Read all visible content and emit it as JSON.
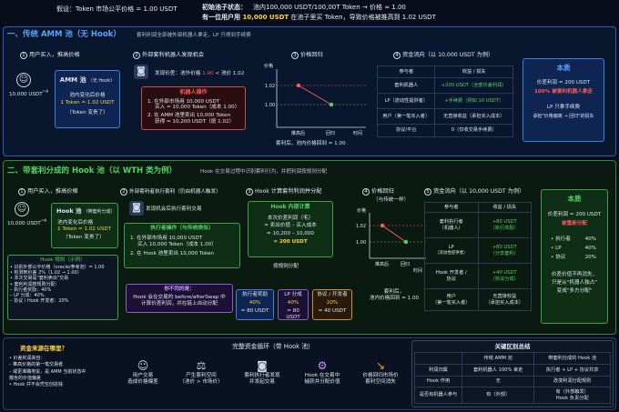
{
  "header": {
    "assume": "假设：Token 市场公平价格 = 1.00 USDT",
    "init_label": "初始池子状态：",
    "init_value": "池内100,000 USDT/100,00T Token → 价格 ≈ 1.00",
    "line2_pre": "有一位用户用 ",
    "line2_hl": "10,000 USDT",
    "line2_post": " 在池子里买 Token，导致价格被推高到 1.02 USDT"
  },
  "sec1": {
    "title": "一、传统 AMM 池（无 Hook）",
    "note": "套利利润全部被外部机器人拿走，LP 只得到手续费",
    "s1": "用户买入，推高价格",
    "s2": "外部套利机器人发现机会",
    "s3": "价格回归",
    "s4": "资金流向（以 10,000 USDT 为例）",
    "n1": "1",
    "n2": "2",
    "n3": "3",
    "n4": "4",
    "user_amount": "10,000 USDT",
    "pool_title": "AMM 池",
    "pool_sub": "（无 Hook）",
    "pool_l1": "池内变化后价格",
    "pool_l2": "1 Token = 1.02 USDT",
    "pool_l3": "（Token 变贵了）",
    "bot_find_pre": "发现价差：池外价格 ",
    "bot_find_hl": "1.00",
    "bot_find_post": " < 池价 1.02",
    "bot_op_title": "机器人操作",
    "bot_op1": "1.  在外部市场用 10,000 USDT",
    "bot_op1b": "买入 ≈ 10,000 Token（成本 1.00）",
    "bot_op2": "2.  在 AMM 池里卖出 10,000 Token",
    "bot_op2b": "获得 ≈ 10,200 USDT（按 1.02）",
    "chart_ylabel": "价格",
    "chart_y1": "1.02",
    "chart_y2": "1.00",
    "chart_x1": "推高后",
    "chart_x2": "回归",
    "chart_xlabel": "时间",
    "chart_caption": "套利后，池内价格回到 ≈ 1.00",
    "tbl_h1": "参与者",
    "tbl_h2": "收益 / 损失",
    "rows": [
      {
        "who": "套利机器人",
        "what": "+200 USDT（全部价差利润）"
      },
      {
        "who": "LP（流动性提供者）",
        "what": "+手续费（例如 10 USDT）"
      },
      {
        "who": "用户（第一笔买入者）",
        "what": "无直接收益（承担买入成本）"
      },
      {
        "who": "协议/平台",
        "what": "0（仅收交易手续费）"
      }
    ],
    "essence_title": "本质",
    "ess1": "价差利润 ≈ 200 USDT",
    "ess2": "100% 被套利机器人拿走",
    "ess3": "LP 只拿手续费",
    "ess4": "承担\"价格偏离 → 回归\"的损失"
  },
  "sec2": {
    "title": "二、带套利分成的 Hook 池（以 WTH 类为例）",
    "note": "Hook 在交易过程中识别套利行为，并把利润按规则分配",
    "s1": "用户买入，推高价格",
    "s2": "外部套利者执行套利（仍由机器人触发）",
    "s3": "Hook 计算套利利润并分配",
    "s4": "价格回归",
    "s4b": "（与传统一样）",
    "s5": "资金流向（以 10,000 USDT 为例）",
    "n1": "1",
    "n2": "2",
    "n3": "3",
    "n4": "4",
    "n5": "5",
    "user_amount": "10,000 USDT",
    "pool_title": "Hook 池",
    "pool_sub": "（带套利分成）",
    "pool_l1": "池内变化后价格",
    "pool_l2": "1 Token = 1.02 USDT",
    "pool_l3": "（Token 变贵了）",
    "rule_title": "Hook 规则（示例）",
    "rules": [
      "• 识别外部公平价格（oracle/参考池）= 1.00",
      "• 检测到价差 2%（1.02 → 1.00）",
      "• 本次交易是\"套利卖出\"交易",
      "• 套利利润按规则分配：",
      "   – 执行者奖励：40%",
      "   – LP 分成：40%",
      "   – 协议 / Hook 开发者：20%"
    ],
    "bot_find": "发现机会后执行套利交易",
    "exec_title": "执行者操作（与传统类似）",
    "exec1": "1.  在外部市场用 10,000 USDT",
    "exec1b": "买入 10,000 Token（成本 1.00）",
    "exec2": "2.  在 Hook 池里卖出 10,000 Token",
    "diff_title": "你不同的是：",
    "diff_body": "Hook 会在交易的 before/afterSwap 中",
    "diff_body2": "计算价差利润，并在链上自动分配",
    "calc_title": "Hook 内部计算",
    "calc1": "本次价差利润（毛）",
    "calc2": "= 卖出价值 – 买入成本",
    "calc3": "= 10,200 – 10,000",
    "calc4": "= 200 USDT",
    "split_title": "按规则分配",
    "split": [
      {
        "name": "执行者奖励",
        "pct": "40%",
        "amt": "= 80 USDT"
      },
      {
        "name": "LP 分成",
        "pct": "40%",
        "amt": "= 80 USDT"
      },
      {
        "name": "协议 / 开发者",
        "pct": "20%",
        "amt": "= 40 USDT"
      }
    ],
    "chart_ylabel": "价格",
    "chart_y1": "1.02",
    "chart_y2": "1.00",
    "chart_x1": "推高后",
    "chart_x2": "回归",
    "chart_xlabel": "时间",
    "chart_caption1": "套利后，",
    "chart_caption2": "池内价格回到 ≈ 1.00",
    "tbl_h1": "参与者",
    "tbl_h2": "收益 / 损失",
    "rows": [
      {
        "who": "套利执行者",
        "who2": "（机器人）",
        "what": "+80 USDT",
        "what2": "（执行奖励）"
      },
      {
        "who": "LP",
        "who2": "（流动性提供者）",
        "what": "+80 USDT",
        "what2": "（分享套利）"
      },
      {
        "who": "Hook 开发者 /",
        "who2": "协议",
        "what": "+40 USDT",
        "what2": "（协议分成）"
      },
      {
        "who": "用户",
        "who2": "（第一笔买入者）",
        "what": "无直接收益",
        "what2": "（承担买入成本）"
      }
    ],
    "essence_title": "本质",
    "ess1": "价差利润 ≈ 200 USDT",
    "ess2": "被重新分配",
    "ess_rows": [
      {
        "k": "• 执行者",
        "v": "40%"
      },
      {
        "k": "• LP",
        "v": "40%"
      },
      {
        "k": "• 协议",
        "v": "20%"
      }
    ],
    "ess3": "价差价值不再消失，",
    "ess4": "只是从\"机器人独占\"",
    "ess5": "变成\"多方分配\""
  },
  "sec3": {
    "q_title": "资金来源在哪里？",
    "q_lines": [
      "• 价差利润来自：",
      "  – 推高价格的第一笔交易者",
      "  – 或更准确地说，是 AMM 当前状态中",
      "     蕴含的价值偏差",
      "• Hook 并不会凭空创造钱"
    ],
    "loop_title": "完整资金循环（带 Hook 池）",
    "loop": [
      {
        "l1": "用户交易",
        "l2": "造成价格偏差"
      },
      {
        "l1": "产生套利空间",
        "l2": "（池价 > 市场价）"
      },
      {
        "l1": "套利执行者发现",
        "l2": "并发起交易"
      },
      {
        "l1": "Hook 在交易中",
        "l2": "捕获并分配价值"
      },
      {
        "l1": "价格回归市场价",
        "l2": "套利空间消失"
      }
    ],
    "diff_title": "关键区别总结",
    "th1": "传统 AMM 池",
    "th2": "带套利分成的 Hook 池",
    "rows": [
      {
        "k": "利润归属",
        "a": "套利机器人 100% 拿走",
        "b": "执行者 + LP + 协议共享"
      },
      {
        "k": "Hook 作用",
        "a": "无",
        "b": "改变利润分配规则"
      },
      {
        "k": "是否有机器人参与",
        "a": "有（外部）",
        "b": "有（外部触发）",
        "b2": "Hook 负责分配"
      }
    ]
  }
}
